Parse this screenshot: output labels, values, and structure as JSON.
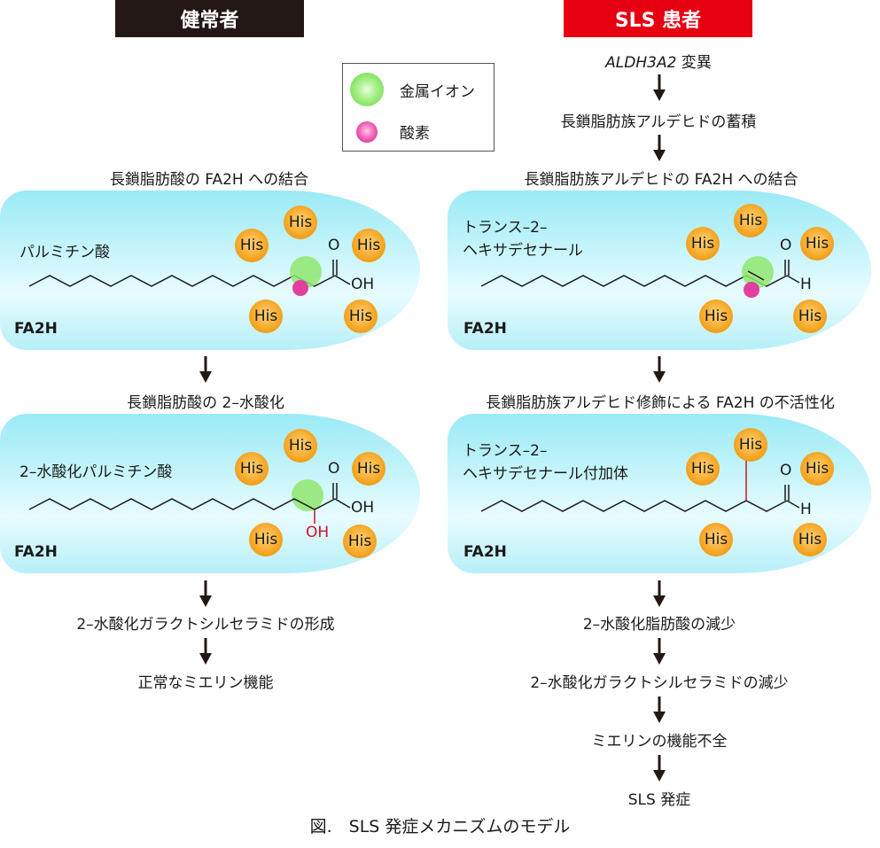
{
  "headers": {
    "healthy": "健常者",
    "patient": "SLS 患者"
  },
  "legend": {
    "metal_ion": "金属イオン",
    "oxygen": "酸素"
  },
  "colors": {
    "healthy_header": "#231815",
    "patient_header": "#e60012",
    "his_ball": "#f5a623",
    "metal_ion": "#7ee05a",
    "oxygen": "#e8389e",
    "modification_red": "#d0102a",
    "panel_cyan": "#9aeaf6"
  },
  "healthy": {
    "step1": "長鎖脂肪酸の FA2H への結合",
    "panel1": {
      "molecule": "パルミチン酸",
      "enzyme": "FA2H",
      "his": "His",
      "o": "O",
      "oh": "OH"
    },
    "step2": "長鎖脂肪酸の 2–水酸化",
    "panel2": {
      "molecule": "2–水酸化パルミチン酸",
      "enzyme": "FA2H",
      "his": "His",
      "o": "O",
      "oh": "OH",
      "oh_red": "OH"
    },
    "step3": "2–水酸化ガラクトシルセラミドの形成",
    "step4": "正常なミエリン機能"
  },
  "patient": {
    "cause_gene": "ALDH3A2",
    "cause_suffix": " 変異",
    "step1": "長鎖脂肪族アルデヒドの蓄積",
    "step2": "長鎖脂肪族アルデヒドの FA2H への結合",
    "panel1": {
      "molecule_line1": "トランス–2–",
      "molecule_line2": "ヘキサデセナール",
      "enzyme": "FA2H",
      "his": "His",
      "o": "O",
      "h": "H"
    },
    "step3": "長鎖脂肪族アルデヒド修飾による FA2H の不活性化",
    "panel2": {
      "molecule_line1": "トランス–2–",
      "molecule_line2": "ヘキサデセナール付加体",
      "enzyme": "FA2H",
      "his": "His",
      "o": "O",
      "h": "H"
    },
    "step4": "2–水酸化脂肪酸の減少",
    "step5": "2–水酸化ガラクトシルセラミドの減少",
    "step6": "ミエリンの機能不全",
    "step7": "SLS 発症"
  },
  "caption": "図.　SLS 発症メカニズムのモデル"
}
